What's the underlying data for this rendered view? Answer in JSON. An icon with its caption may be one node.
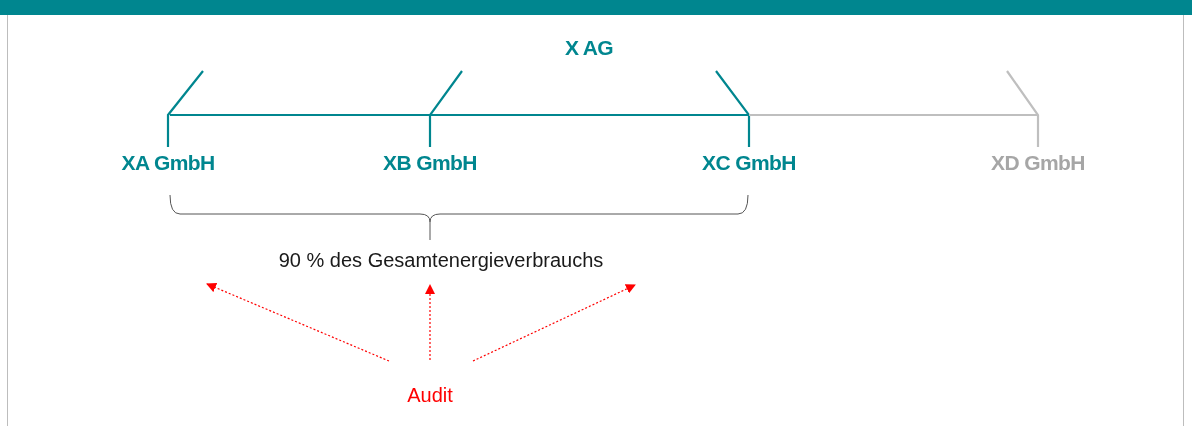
{
  "diagram": {
    "nodes": [
      {
        "text": [
          "X AG"
        ]
      },
      {
        "text": [
          "XA GmbH"
        ]
      },
      {
        "text": [
          "XB GmbH"
        ]
      },
      {
        "text": [
          "XC GmbH"
        ]
      },
      {
        "text": [
          "XD GmbH"
        ]
      },
      {
        "text": [
          "90 % des Gesamtenergieverbrauchs"
        ]
      },
      {
        "text": [
          "Audit"
        ]
      }
    ],
    "edges": [
      {
        "from": 0,
        "to": 1,
        "arrow": "none"
      },
      {
        "from": 0,
        "to": 2,
        "arrow": "none"
      },
      {
        "from": 0,
        "to": 3,
        "arrow": "none"
      },
      {
        "from": 0,
        "to": 4,
        "arrow": "none",
        "color": "#bfbfbf"
      },
      {
        "from": 6,
        "to": null,
        "arrow": "to",
        "style": "dashed",
        "color": "#ff0000"
      },
      {
        "from": 6,
        "to": 5,
        "arrow": "to",
        "style": "dashed",
        "color": "#ff0000"
      },
      {
        "from": 6,
        "to": 5,
        "arrow": "to",
        "style": "dashed",
        "color": "#ff0000"
      }
    ]
  }
}
